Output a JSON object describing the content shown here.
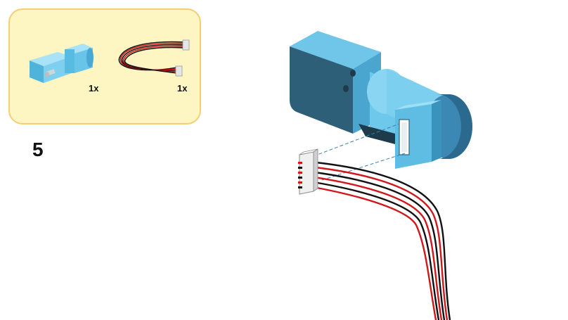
{
  "parts_list": {
    "items": [
      {
        "icon": "gear-motor-icon",
        "quantity": "1x"
      },
      {
        "icon": "ribbon-cable-icon",
        "quantity": "1x"
      }
    ]
  },
  "step": {
    "number": "5"
  },
  "colors": {
    "panel_background": "#fdf6c3",
    "panel_border": "#f2cf74",
    "motor_light": "#7fd0ef",
    "motor_dark": "#2f6480",
    "cable_red": "#d0181c",
    "cable_black": "#111111"
  }
}
